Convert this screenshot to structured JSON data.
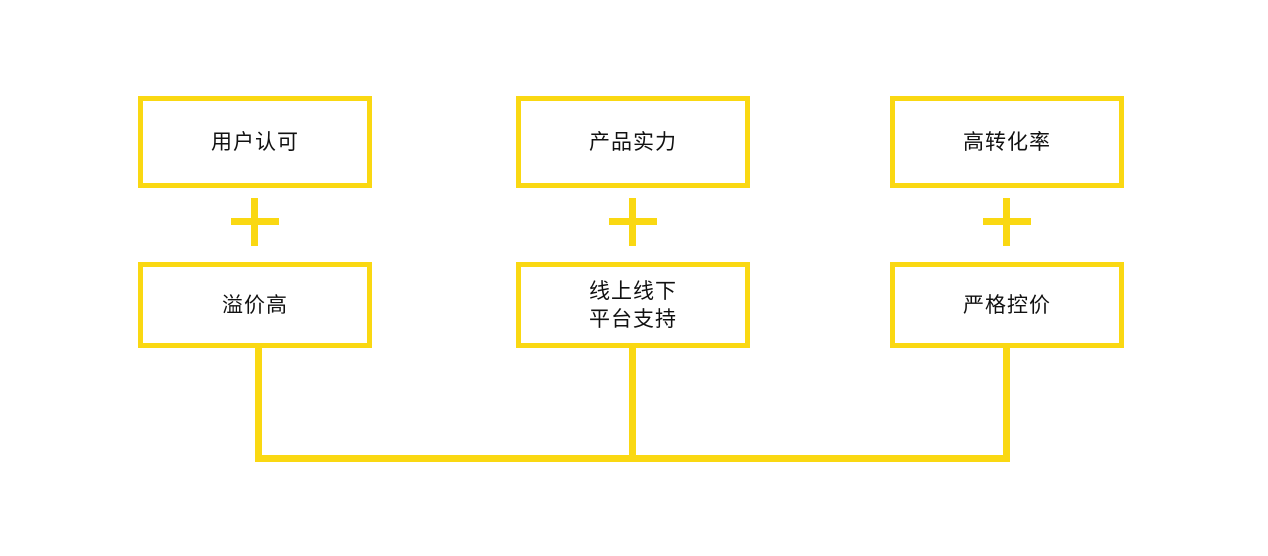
{
  "diagram": {
    "title": "",
    "accent_color": "#FAD812",
    "background_color": "#FFFFFF",
    "text_color": "#111111",
    "columns": [
      {
        "id": "column-1",
        "top_node": {
          "id": "node-user-recognition",
          "label": "用户认可"
        },
        "operator": {
          "id": "operator-plus-1",
          "symbol": "+",
          "name": "plus-icon"
        },
        "bottom_node": {
          "id": "node-high-premium",
          "label": "溢价高"
        }
      },
      {
        "id": "column-2",
        "top_node": {
          "id": "node-product-strength",
          "label": "产品实力"
        },
        "operator": {
          "id": "operator-plus-2",
          "symbol": "+",
          "name": "plus-icon"
        },
        "bottom_node": {
          "id": "node-online-offline-platform-support",
          "label": "线上线下\n平台支持"
        }
      },
      {
        "id": "column-3",
        "top_node": {
          "id": "node-high-conversion-rate",
          "label": "高转化率"
        },
        "operator": {
          "id": "operator-plus-3",
          "symbol": "+",
          "name": "plus-icon"
        },
        "bottom_node": {
          "id": "node-strict-price-control",
          "label": "严格控价"
        }
      }
    ],
    "connector": {
      "id": "bottom-merge-connector",
      "description": "三列底部汇合连线"
    }
  }
}
